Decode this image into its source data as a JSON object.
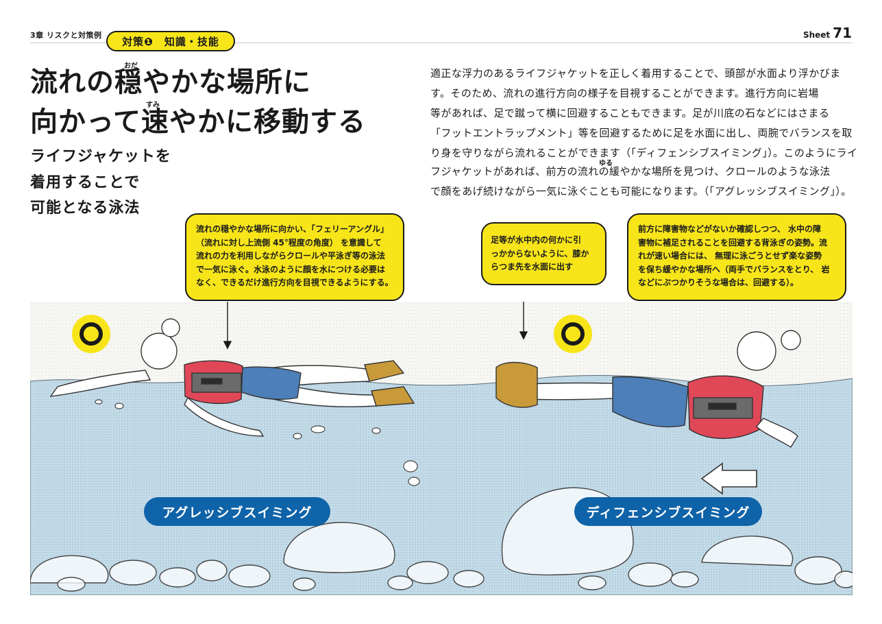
{
  "header": {
    "chapter": "3章 リスクと対策例",
    "strategy_tag": "対策❶　知識・技能",
    "sheet_label": "Sheet",
    "sheet_number": "71"
  },
  "title": {
    "line1": "流れの穏やかな場所に",
    "line2": "向かって速やかに移動する",
    "ruby_odayaka": "おだ",
    "ruby_sumi": "すみ"
  },
  "subtitle": {
    "line1": "ライフジャケットを",
    "line2": "着用することで",
    "line3": "可能となる泳法"
  },
  "body": {
    "lines": [
      "適正な浮力のあるライフジャケットを正しく着用することで、頭部が水面より浮かびま",
      "す。そのため、流れの進行方向の様子を目視することができます。進行方向に岩場",
      "等があれば、足で蹴って横に回避することもできます。足が川底の石などにはさまる",
      "「フットエントラップメント」等を回避するために足を水面に出し、両腕でバランスを取",
      "り身を守りながら流れることができます（「ディフェンシブスイミング」）。このようにライ",
      "フジャケットがあれば、前方の流れの緩やかな場所を見つけ、クロールのような泳法",
      "で顔をあげ続けながら一気に泳ぐことも可能になります。（「アグレッシブスイミング」）。"
    ],
    "ruby_yuru": "ゆる"
  },
  "callouts": {
    "aggressive_lines": [
      "流れの穏やかな場所に向かい、「フェリーアングル」",
      "（流れに対し上流側 45°程度の角度） を意識して",
      "流れの力を利用しながらクロールや平泳ぎ等の泳法",
      "で一気に泳ぐ。水泳のように顔を水につける必要は",
      "なく、できるだけ進行方向を目視できるようにする。"
    ],
    "feet_lines": [
      "足等が水中内の何かに引",
      "っかからないように、膝か",
      "らつま先を水面に出す"
    ],
    "defensive_lines": [
      "前方に障害物などがないか確認しつつ、 水中の障",
      "害物に補足されることを回避する背泳ぎの姿勢。流",
      "れが速い場合には、 無理に泳ごうとせず楽な姿勢",
      "を保ち緩やかな場所へ（両手でバランスをとり、 岩",
      "などにぶつかりそうな場合は、回避する）。"
    ]
  },
  "labels": {
    "aggressive": "アグレッシブスイミング",
    "defensive": "ディフェンシブスイミング"
  },
  "colors": {
    "accent_yellow": "#f7e51a",
    "label_blue": "#0f63a8",
    "water_blue": "#b8d3e3",
    "lifejacket_red": "#e04858"
  }
}
